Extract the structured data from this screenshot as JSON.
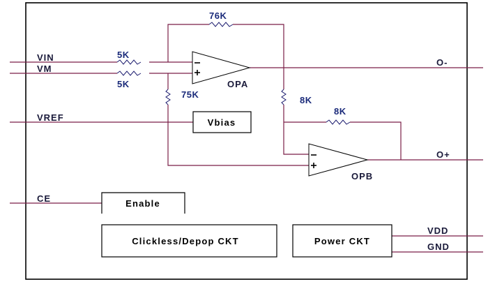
{
  "diagram": {
    "ports": {
      "vin": "VIN",
      "vm": "VM",
      "vref": "VREF",
      "ce": "CE",
      "out_minus": "O-",
      "out_plus": "O+",
      "vdd": "VDD",
      "gnd": "GND"
    },
    "resistors": {
      "r_vin": "5K",
      "r_vm": "5K",
      "r_feedback_opa": "76K",
      "r_bias_opa": "75K",
      "r_in_opb": "8K",
      "r_feedback_opb": "8K"
    },
    "amplifiers": {
      "opa": "OPA",
      "opb": "OPB",
      "minus_sign": "−",
      "plus_sign": "+"
    },
    "blocks": {
      "vbias": "Vbias",
      "enable": "Enable",
      "clickless": "Clickless/Depop CKT",
      "power": "Power CKT"
    },
    "colors": {
      "wire": "#7a1f47",
      "resistor_label": "#1a2a7a",
      "frame": "#000000"
    }
  }
}
